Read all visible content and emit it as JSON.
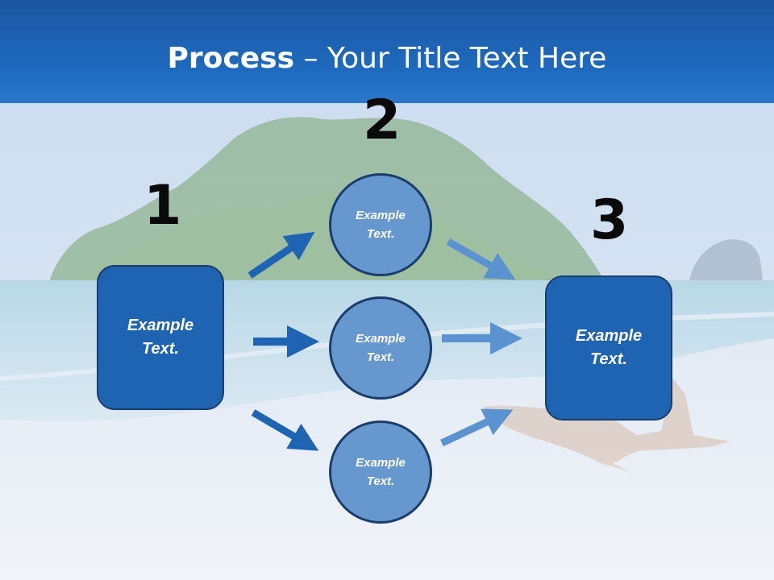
{
  "slide": {
    "title_bold": "Process",
    "title_rest": " – Your Title Text Here"
  },
  "steps": {
    "num1": "1",
    "num2": "2",
    "num3": "3"
  },
  "box_left": {
    "line1": "Example",
    "line2": "Text."
  },
  "box_right": {
    "line1": "Example",
    "line2": "Text."
  },
  "circles": [
    {
      "line1": "Example",
      "line2": "Text."
    },
    {
      "line1": "Example",
      "line2": "Text."
    },
    {
      "line1": "Example",
      "line2": "Text."
    }
  ],
  "colors": {
    "header": "#1f66b8",
    "box": "#1f63b3",
    "circle": "#6797cf",
    "arrow_dark": "#1f63b3",
    "arrow_light": "#5b92d0"
  }
}
